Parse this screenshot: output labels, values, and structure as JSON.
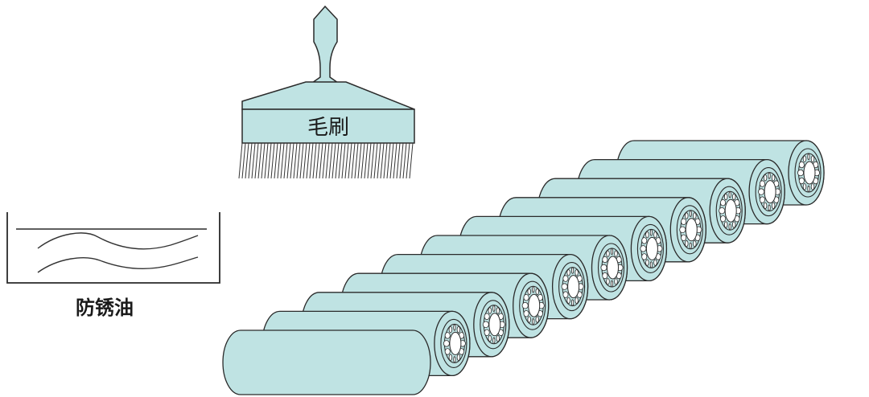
{
  "brush": {
    "label": "毛刷"
  },
  "oil": {
    "label": "防锈油"
  },
  "colors": {
    "fill": "#bfe3e3",
    "stroke": "#2a2a2a"
  },
  "rollers": {
    "count": 11
  }
}
